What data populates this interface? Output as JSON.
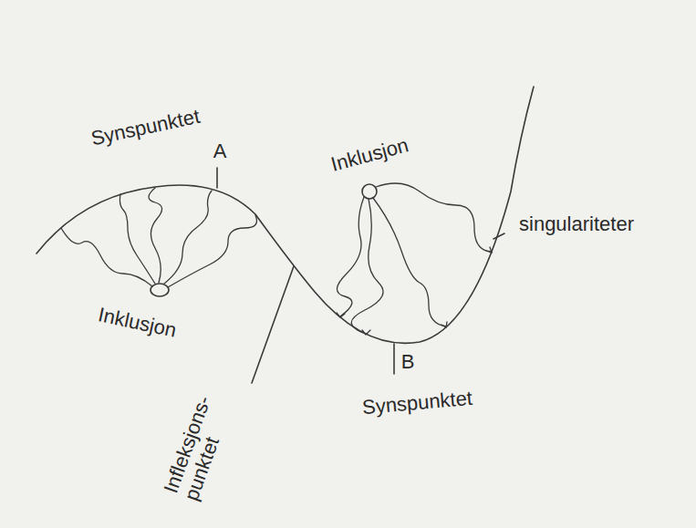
{
  "diagram": {
    "labels": [
      "Synspunktet",
      "A",
      "Inklusjon",
      "singulariteter",
      "Inklusjon",
      "Infleksjons- punktet",
      "B",
      "Synspunktet"
    ]
  }
}
